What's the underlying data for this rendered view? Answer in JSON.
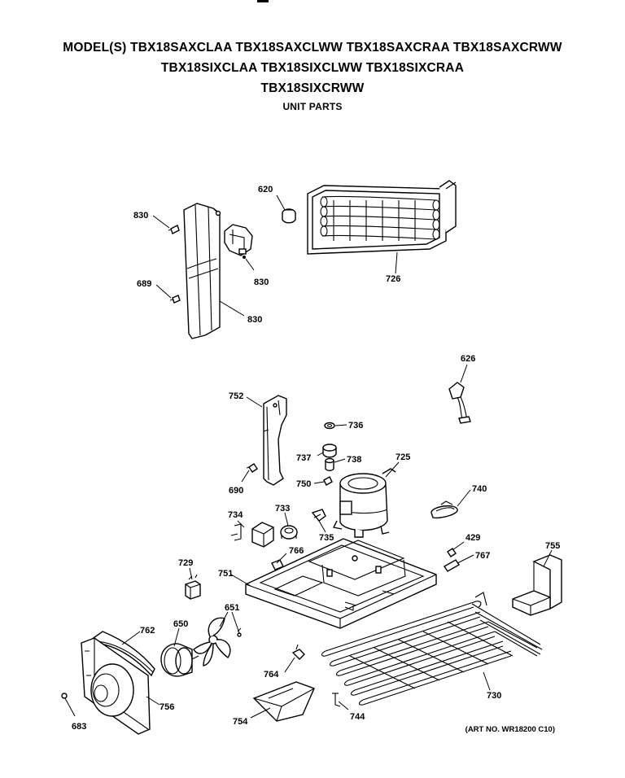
{
  "header": {
    "models_line1": "MODEL(S) TBX18SAXCLAA  TBX18SAXCLWW  TBX18SAXCRAA  TBX18SAXCRWW",
    "models_line2": "TBX18SIXCLAA  TBX18SIXCLWW  TBX18SIXCRAA",
    "models_line3": "TBX18SIXCRWW",
    "section": "UNIT PARTS"
  },
  "art_number": "(ART NO. WR18200 C10)",
  "callouts": {
    "p830a": "830",
    "p620": "620",
    "p830b": "830",
    "p689": "689",
    "p830c": "830",
    "p726": "726",
    "p626": "626",
    "p752": "752",
    "p736": "736",
    "p737": "737",
    "p738": "738",
    "p725": "725",
    "p690": "690",
    "p750": "750",
    "p740": "740",
    "p734": "734",
    "p733": "733",
    "p735": "735",
    "p429": "429",
    "p767": "767",
    "p755": "755",
    "p766": "766",
    "p729": "729",
    "p751": "751",
    "p651": "651",
    "p650": "650",
    "p762": "762",
    "p764": "764",
    "p730": "730",
    "p756": "756",
    "p754": "754",
    "p744": "744",
    "p683": "683"
  }
}
